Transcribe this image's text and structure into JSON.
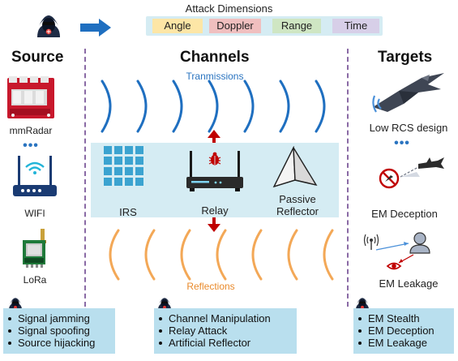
{
  "attack": {
    "title": "Attack Dimensions",
    "dimensions": [
      "Angle",
      "Doppler",
      "Range",
      "Time"
    ],
    "colors": {
      "angle": "#fde6a6",
      "doppler": "#f0bfbf",
      "range": "#cfe6c3",
      "time": "#d7cfe8",
      "bar": "#d5ecf3"
    },
    "arrow_color": "#1f6fc0"
  },
  "source": {
    "title": "Source",
    "items": [
      "mmRadar",
      "WIFI",
      "LoRa"
    ],
    "dots": "•••",
    "attacks": [
      "Signal jamming",
      "Signal spoofing",
      "Source hijacking"
    ]
  },
  "channels": {
    "title": "Channels",
    "transmissions_label": "Tranmissions",
    "reflections_label": "Reflections",
    "devices": [
      "IRS",
      "Relay",
      "Passive\nReflector"
    ],
    "attacks": [
      "Channel Manipulation",
      "Relay Attack",
      "Artificial Reflector"
    ],
    "colors": {
      "transmission_wave": "#1f6fc0",
      "reflection_wave": "#f3a857",
      "box": "#d5ecf3",
      "irs": "#3ba3d0",
      "arrow": "#c00000"
    }
  },
  "targets": {
    "title": "Targets",
    "items": [
      "Low RCS design",
      "EM Deception",
      "EM Leakage"
    ],
    "dots": "•••",
    "attacks": [
      "EM Stealth",
      "EM Deception",
      "EM Leakage"
    ]
  },
  "icons": {
    "hacker": "hacker-icon",
    "radar_board": "mmradar-board-icon",
    "wifi_router": "wifi-router-icon",
    "lora_module": "lora-module-icon",
    "irs": "irs-grid-icon",
    "relay": "relay-router-icon",
    "reflector": "passive-reflector-icon",
    "stealth_plane": "stealth-plane-icon",
    "deception": "em-deception-icon",
    "leakage": "em-leakage-icon"
  }
}
